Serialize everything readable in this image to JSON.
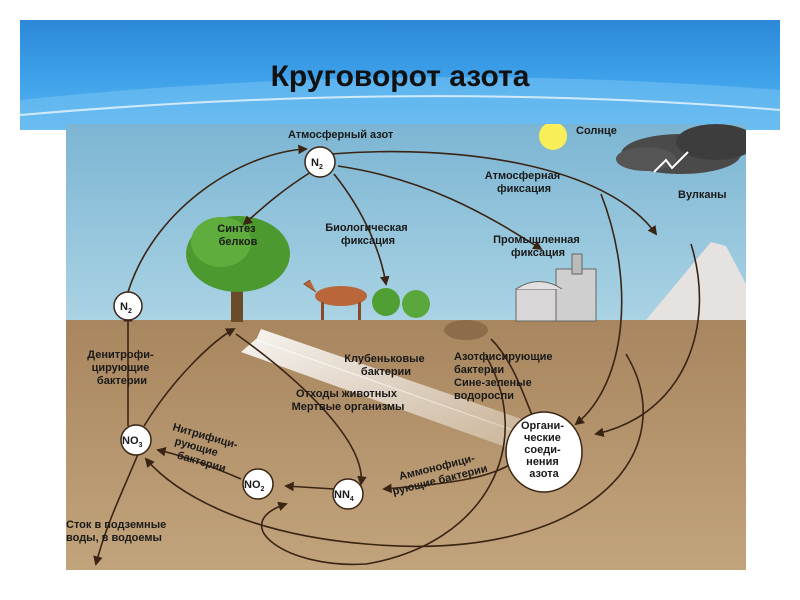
{
  "slide": {
    "title": "Круговорот азота"
  },
  "diagram": {
    "labels": {
      "atmospheric_nitrogen": "Атмосферный азот",
      "sun": "Солнце",
      "volcanoes": "Вулканы",
      "atmospheric_fixation": [
        "Атмосферная",
        "фиксация"
      ],
      "biological_fixation": [
        "Биологическая",
        "фиксация"
      ],
      "industrial_fixation": [
        "Промышленная",
        "фиксация"
      ],
      "protein_synthesis": [
        "Синтез",
        "белков"
      ],
      "denitrifying_bacteria": [
        "Денитрофи-",
        "цирующие",
        "бактерии"
      ],
      "nodule_bacteria": [
        "Клубеньковые",
        "бактерии"
      ],
      "nitrogen_fixing": [
        "Азотфисирующие",
        "бактерии",
        "Сине-зеленые",
        "водоросли"
      ],
      "waste": [
        "Отходы животных",
        "Мертвые организмы"
      ],
      "organic_compounds": [
        "Органи-",
        "ческие",
        "соеди-",
        "нения",
        "азота"
      ],
      "nitrifying_bacteria": [
        "Нитрифици-",
        "рующие",
        "бактерии"
      ],
      "ammonifying_bacteria": [
        "Аммонофици-",
        "рующие бактерии"
      ],
      "runoff": [
        "Сток в подземные",
        "воды, в водоемы"
      ]
    },
    "nodes": {
      "n2_top": {
        "base": "N",
        "sub": "2"
      },
      "n2_left": {
        "base": "N",
        "sub": "2"
      },
      "no3": {
        "base": "NO",
        "sub": "3"
      },
      "no2": {
        "base": "NO",
        "sub": "2"
      },
      "nh4": {
        "base": "NN",
        "sub": "4"
      }
    },
    "colors": {
      "sky": "#8ec3dd",
      "soil": "#b99a73",
      "arrow": "#3a2414",
      "tree": "#4c9a2f",
      "cloud": "#4a4a4a",
      "sun": "#f8ee58"
    }
  }
}
